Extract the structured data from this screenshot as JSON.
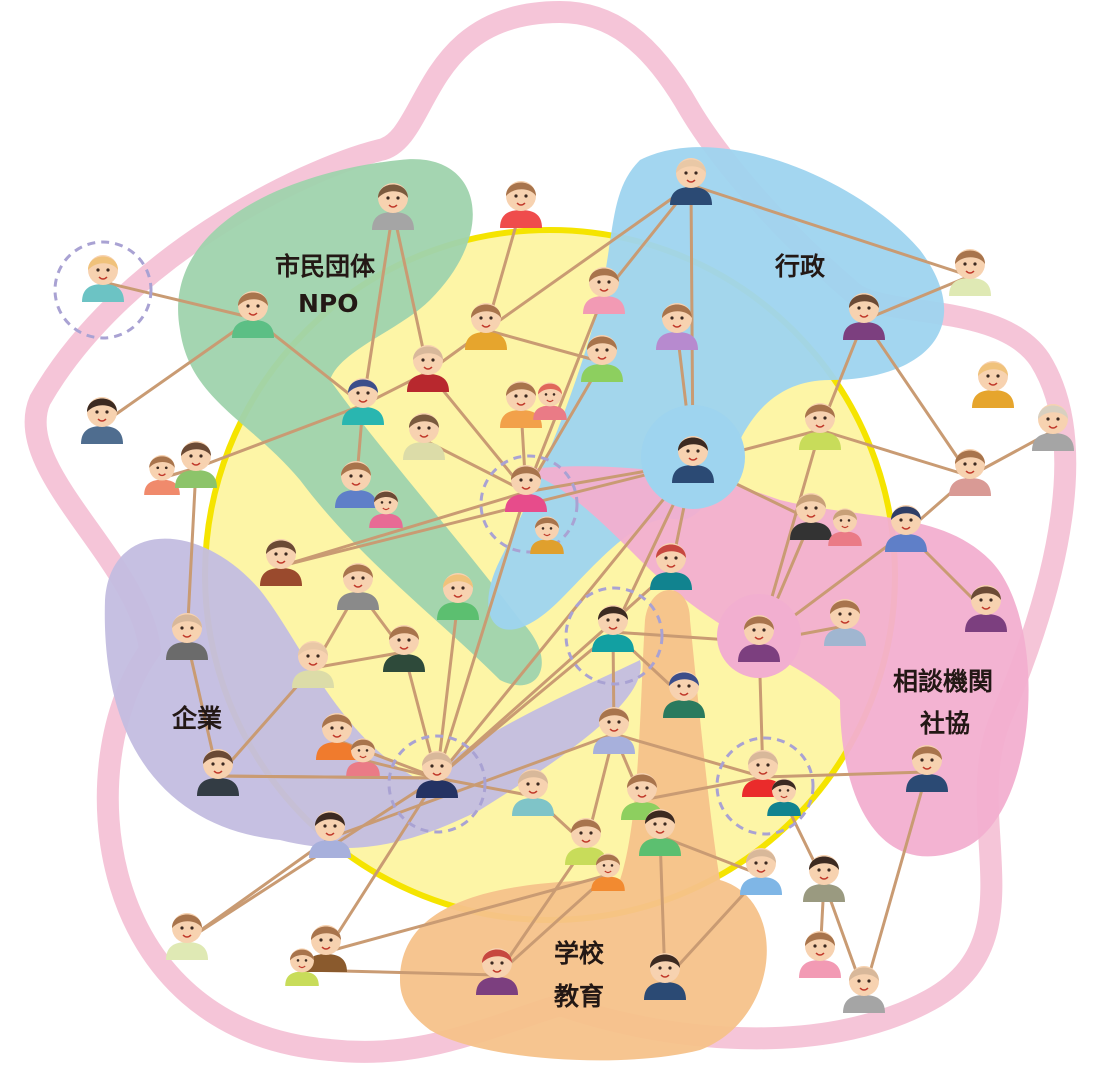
{
  "labels": {
    "civic": [
      "市民団体",
      "NPO"
    ],
    "gov": "行政",
    "company": "企業",
    "consult": [
      "相談機関",
      "社協"
    ],
    "school": [
      "学校",
      "教育"
    ]
  },
  "colors": {
    "flower_outline": "#f5c5d8",
    "circle_fill": "#fdf5a6",
    "circle_stroke": "#f5e400",
    "civic_region": "#9fd3ad",
    "gov_region": "#9ed4ef",
    "company_region": "#c3bde0",
    "consult_region": "#f2afd0",
    "school_region": "#f6c28a",
    "link_line": "#c99b73",
    "dashed_ring": "#a9a2d3"
  }
}
